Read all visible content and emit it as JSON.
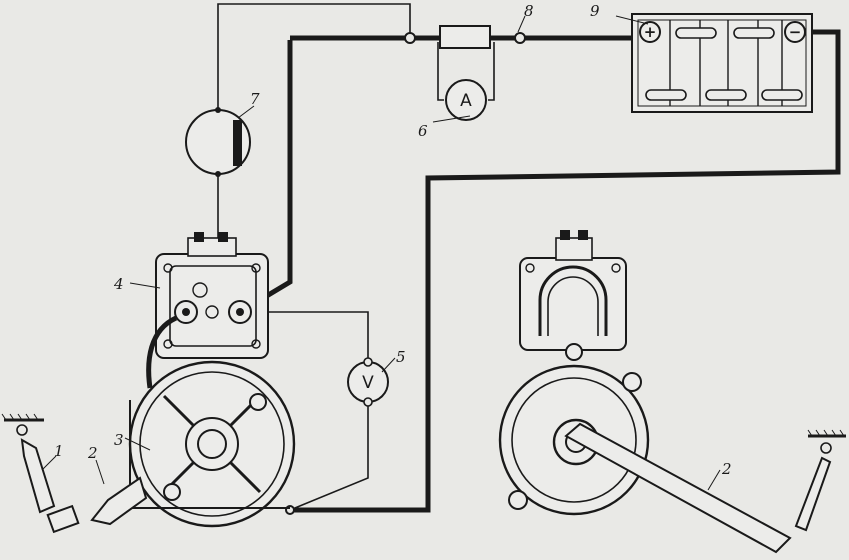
{
  "callouts": {
    "n1": "1",
    "n2_left": "2",
    "n2_right": "2",
    "n3": "3",
    "n4": "4",
    "n5": "5",
    "n6": "6",
    "n7": "7",
    "n8": "8",
    "n9": "9"
  },
  "meters": {
    "ammeter_symbol": "A",
    "voltmeter_symbol": "V"
  },
  "battery": {
    "positive_sign": "+",
    "negative_sign": "−"
  }
}
